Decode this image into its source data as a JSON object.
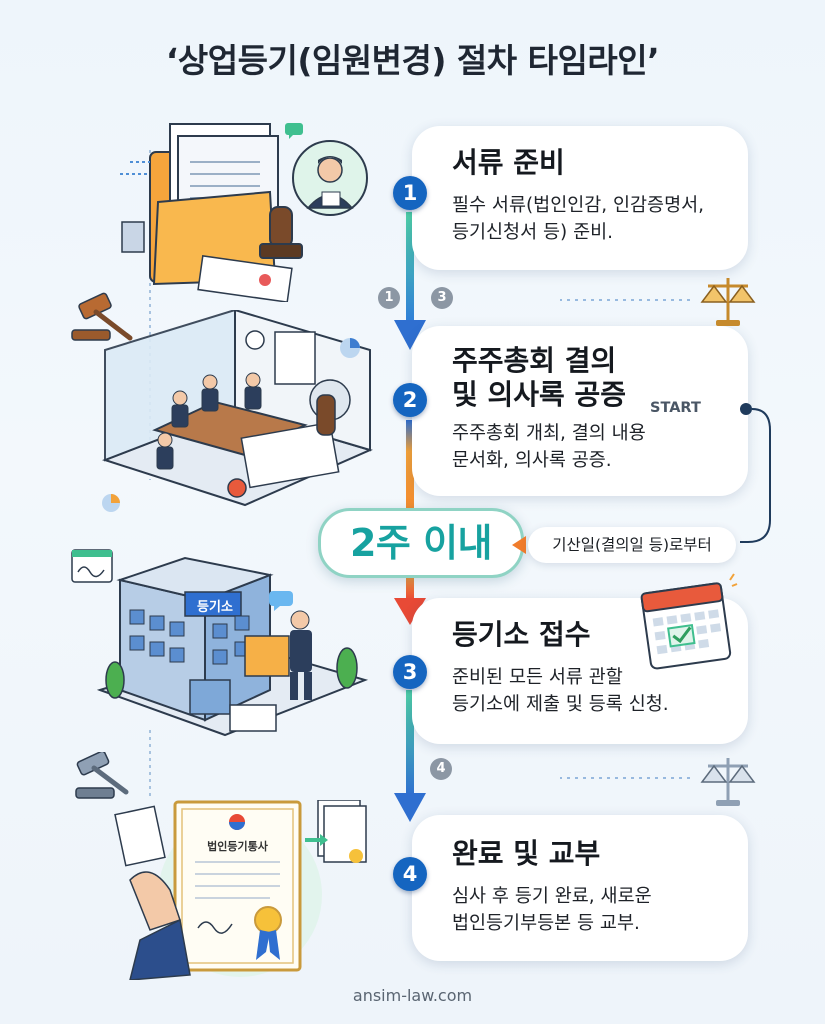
{
  "title": "‘상업등기(임원변경) 절차 타임라인’",
  "steps": [
    {
      "number": "1",
      "title": "서류 준비",
      "desc": "필수 서류(법인인감, 인감증명서,\n등기신청서 등) 준비."
    },
    {
      "number": "2",
      "title": "주주총회 결의\n및 의사록 공증",
      "desc": "주주총회 개최, 결의 내용\n문서화, 의사록 공증."
    },
    {
      "number": "3",
      "title": "등기소 접수",
      "desc": "준비된 모든 서류 관할\n등기소에 제출 및 등록 신청."
    },
    {
      "number": "4",
      "title": "완료 및 교부",
      "desc": "심사 후 등기 완료, 새로운\n법인등기부등본 등 교부."
    }
  ],
  "timeline": {
    "deadline": "2주 이내",
    "deadline_note": "기산일(결의일 등)로부터",
    "start_label": "START",
    "mini_badges": [
      "1",
      "3",
      "4"
    ]
  },
  "illustrations": {
    "registry_sign": "등기소",
    "certificate_title": "법인등기통사"
  },
  "footer": "ansim-law.com",
  "colors": {
    "step_blue": "#1565c0",
    "arrow_green": "#3fbf8f",
    "arrow_orange": "#f28a2e",
    "arrow_red": "#e85a3c",
    "arrow_blue": "#2f6fd0",
    "deadline_text": "#17a2a0"
  },
  "icons": [
    "scale-icon",
    "gavel-icon",
    "stamp-icon",
    "calendar-icon",
    "folder-icon",
    "building-icon",
    "certificate-icon",
    "meeting-room-icon",
    "chart-icon",
    "signature-icon"
  ]
}
